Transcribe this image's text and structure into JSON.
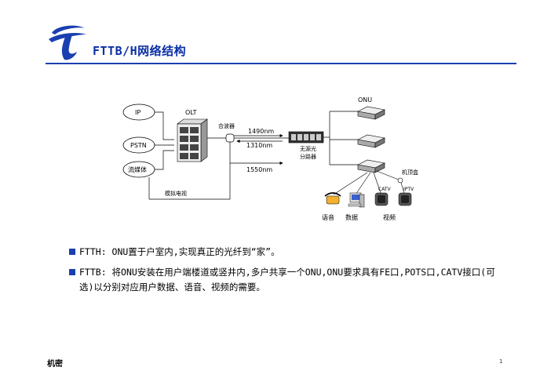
{
  "header": {
    "title": "FTTB/H网络结构"
  },
  "diagram": {
    "nodes": {
      "ip": "IP",
      "pstn": "PSTN",
      "media": "流媒体",
      "olt": "OLT",
      "combiner": "合波器",
      "splitter_line1": "无源光",
      "splitter_line2": "分路器",
      "onu": "ONU",
      "set_top_box": "机顶盒",
      "catv": "CATV",
      "iptv": "IPTV"
    },
    "wavelengths": [
      "1490nm",
      "1310nm",
      "1550nm"
    ],
    "analog_tv": "模拟电视",
    "services": {
      "voice": "语音",
      "data": "数据",
      "video": "视频"
    }
  },
  "bullets": [
    "FTTH: ONU置于户室内,实现真正的光纤到“家”。",
    "FTTB: 将ONU安装在用户端楼道或竖井内,多户共享一个ONU,ONU要求具有FE口,POTS口,CATV接口(可选)以分别对应用户数据、语音、视频的需要。"
  ],
  "footer": {
    "confidential": "机密",
    "page_number": "1"
  },
  "colors": {
    "brand_blue": "#1a3fb0"
  }
}
